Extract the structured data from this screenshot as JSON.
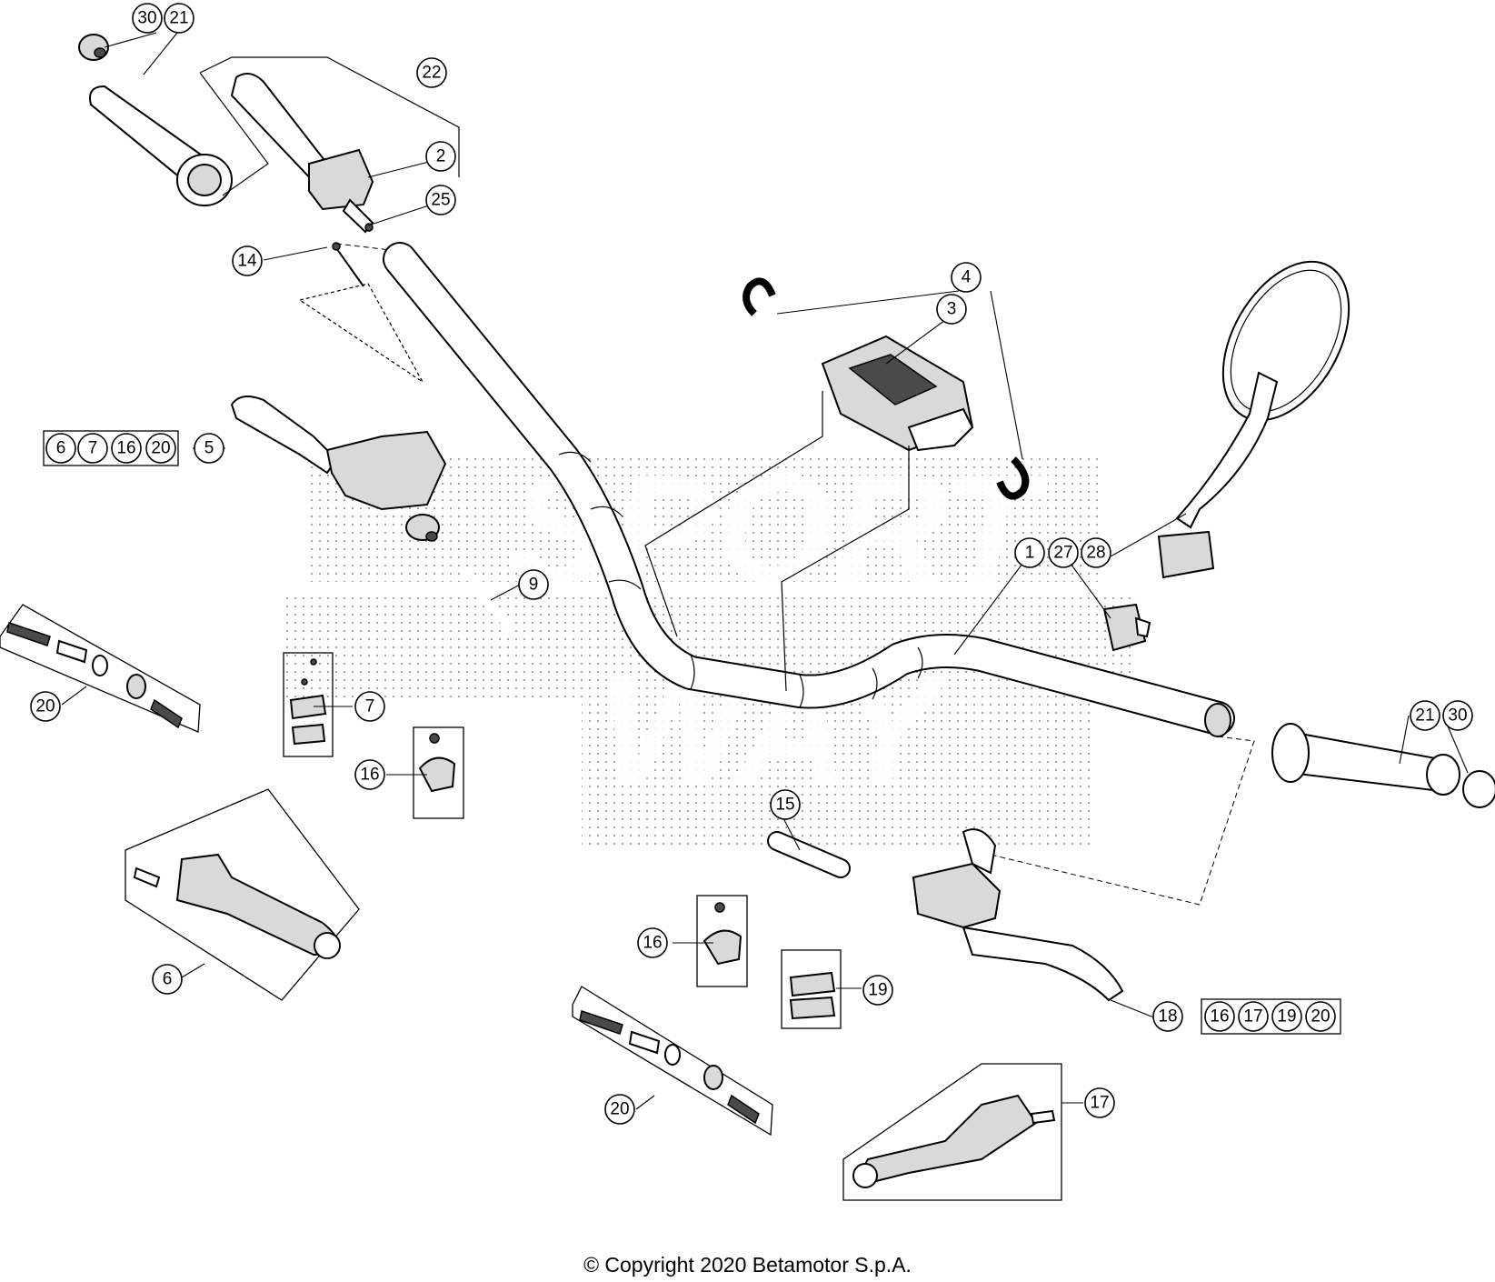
{
  "callouts": {
    "c1": "1",
    "c2": "2",
    "c3": "3",
    "c4": "4",
    "c5": "5",
    "c6": "6",
    "c7": "7",
    "c9": "9",
    "c14": "14",
    "c15": "15",
    "c16a": "16",
    "c16b": "16",
    "c17": "17",
    "c18": "18",
    "c19": "19",
    "c20a": "20",
    "c20b": "20",
    "c21a": "21",
    "c21b": "21",
    "c22": "22",
    "c25": "25",
    "c27": "27",
    "c28": "28",
    "c30a": "30",
    "c30b": "30"
  },
  "kits": {
    "kit5": [
      "6",
      "7",
      "16",
      "20"
    ],
    "kit18": [
      "16",
      "17",
      "19",
      "20"
    ]
  },
  "copyright": "© Copyright 2020 Betamotor S.p.A."
}
